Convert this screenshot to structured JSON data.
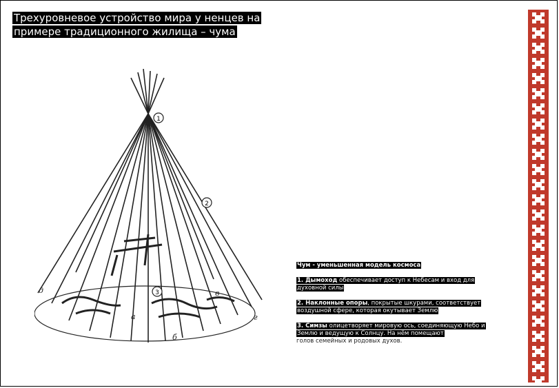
{
  "title": "Трехуровневое устройство мира у ненцев на примере традиционного жилища – чума",
  "drawing": {
    "markers": [
      "1",
      "2",
      "3"
    ],
    "ground_letters": [
      "а",
      "б",
      "в",
      "г",
      "д"
    ]
  },
  "caption": {
    "heading": "Чум - уменьшенная модель космоса",
    "item1_term": "1. Дымоход",
    "item1_text": " обеспечивает доступ к Небесам и вход для духовной силы",
    "item2_term": "2. Наклонные опоры",
    "item2_text": ", покрытые шкурами, соответствует воздушной сфере, которая окутывает Землю",
    "item3_term": "3. Симзы",
    "item3_text": " олицетворяет мировую ось, соединяющую Небо и Землю и ведущую к Солнцу. На нём помещают",
    "item3_tail": "голов семейных и родовых духов."
  },
  "colors": {
    "ornament": "#c0392b",
    "text_bg": "#000000"
  }
}
